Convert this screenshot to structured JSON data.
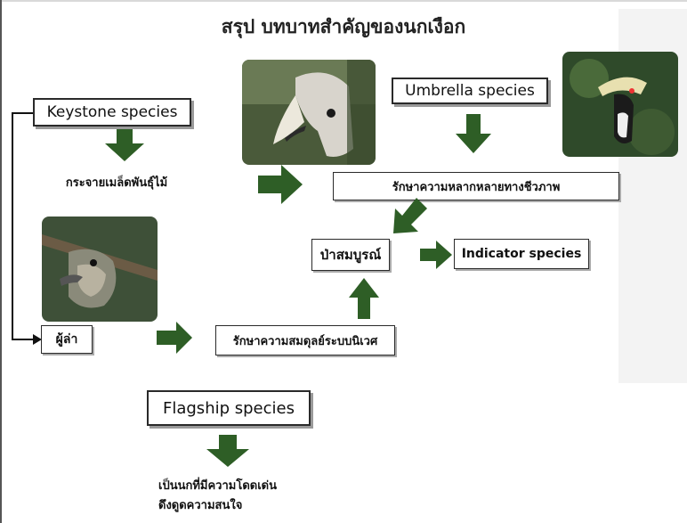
{
  "title": "สรุป บทบาทสำคัญของนกเงือก",
  "boxes": {
    "keystone": "Keystone species",
    "seed": "กระจายเมล็ดพันธุ์ไม้",
    "umbrella": "Umbrella species",
    "biodiversity": "รักษาความหลากหลายทางชีวภาพ",
    "forest": "ป่าสมบูรณ์",
    "indicator": "Indicator species",
    "predator": "ผู้ล่า",
    "balance": "รักษาความสมดุลย์ระบบนิเวศ",
    "flagship": "Flagship species"
  },
  "flagship_text": {
    "line1": "เป็นนกที่มีความโดดเด่น",
    "line2": "ดึงดูดความสนใจ"
  },
  "colors": {
    "arrow": "#2e5e26",
    "box_border": "#2a2a2a"
  }
}
